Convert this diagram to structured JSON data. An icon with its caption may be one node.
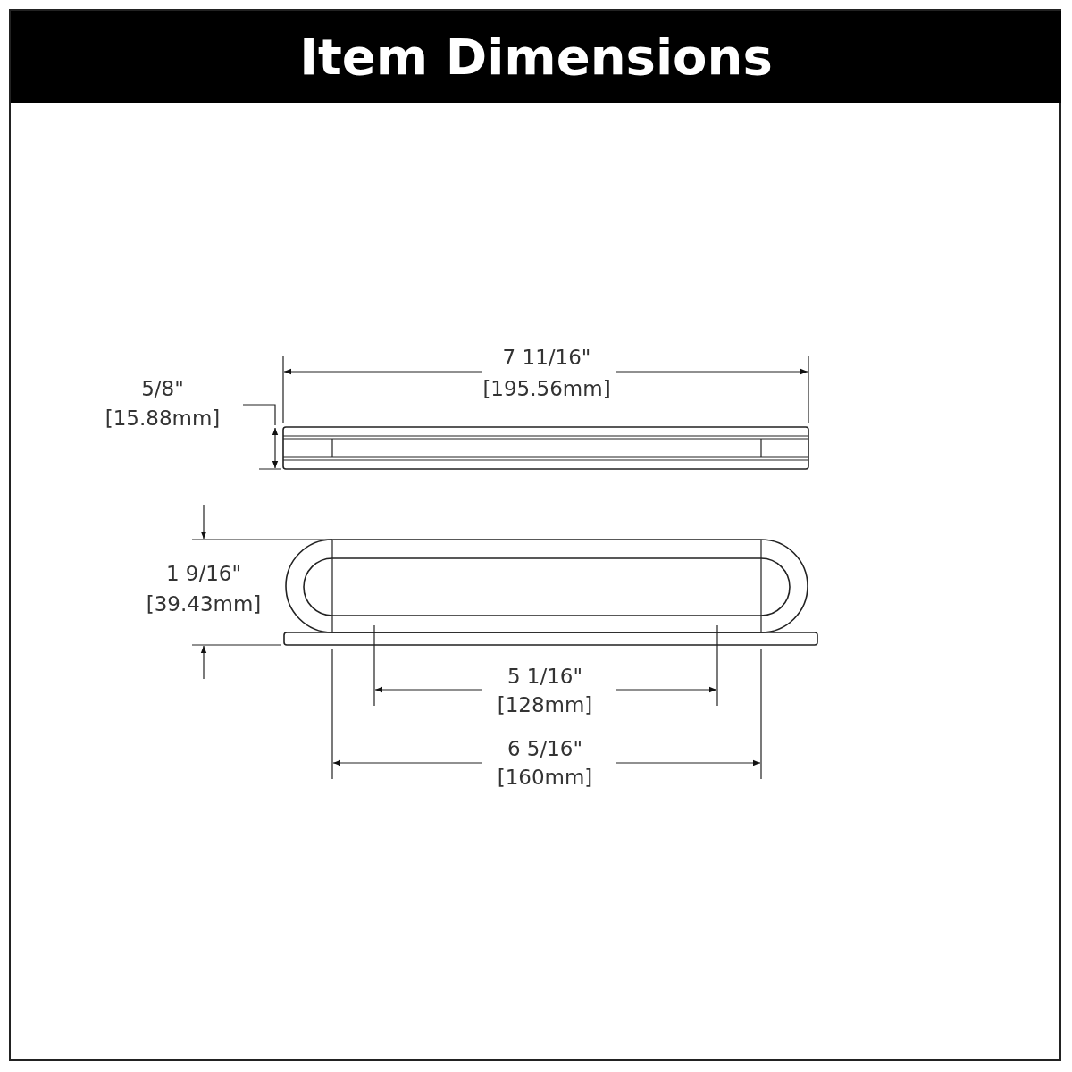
{
  "diagram": {
    "title": "Item Dimensions",
    "labels": [
      "7 11/16\"",
      "[195.56mm]",
      "5/8\"",
      "[15.88mm]",
      "1 9/16\"",
      "[39.43mm]",
      "5 1/16\"",
      "[128mm]",
      "6 5/16\"",
      "[160mm]"
    ]
  }
}
